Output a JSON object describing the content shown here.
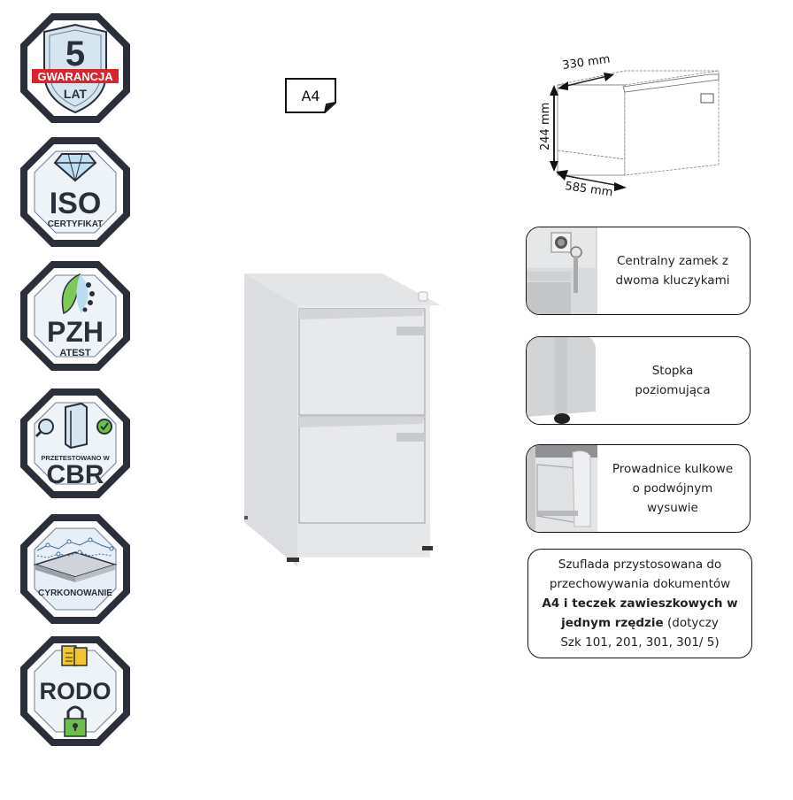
{
  "badges": [
    {
      "id": "warranty",
      "number": "5",
      "banner": "GWARANCJA",
      "label": "LAT",
      "banner_color": "#d9232d"
    },
    {
      "id": "iso",
      "title": "ISO",
      "label": "CERTYFIKAT"
    },
    {
      "id": "pzh",
      "title": "PZH",
      "label": "ATEST"
    },
    {
      "id": "cbr",
      "caption": "PRZETESTOWANO W",
      "title": "CBR"
    },
    {
      "id": "zirconium",
      "label": "CYRKONOWANIE"
    },
    {
      "id": "rodo",
      "title": "RODO"
    }
  ],
  "paper_tag": {
    "label": "A4"
  },
  "dimensions": {
    "width": "330 mm",
    "height": "244 mm",
    "depth": "585 mm"
  },
  "features": [
    {
      "id": "lock",
      "lines": [
        "Centralny zamek z",
        "dwoma kluczykami"
      ]
    },
    {
      "id": "foot",
      "lines": [
        "Stopka",
        "poziomująca"
      ]
    },
    {
      "id": "rails",
      "lines": [
        "Prowadnice kulkowe",
        "o podwójnym",
        "wysuwie"
      ]
    }
  ],
  "note": {
    "line1": "Szuflada przystosowana do",
    "line2": "przechowywania dokumentów",
    "bold1": "A4 i teczek zawieszkowych w",
    "bold2": "jednym rzędzie",
    "tail": " (dotyczy",
    "line5": "Szk 101, 201, 301, 301/ 5)"
  },
  "colors": {
    "badge_border": "#2a2f3a",
    "badge_fill": "#dfeaf3",
    "accent_green": "#6cc04a",
    "accent_yellow": "#f2c531"
  }
}
